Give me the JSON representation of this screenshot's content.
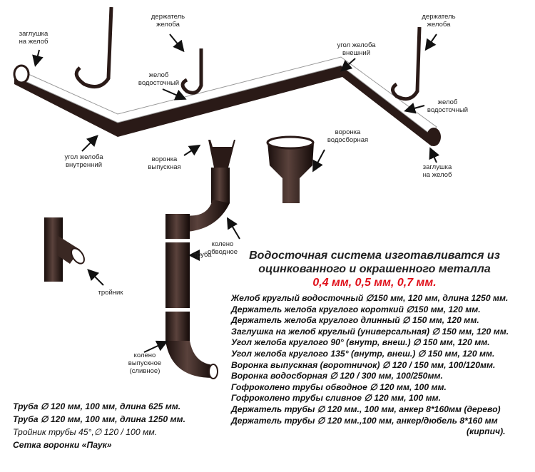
{
  "labels": {
    "end_cap_left": "заглушка\nна желоб",
    "holder_left": "держатель\nжелоба",
    "gutter_left": "желоб\nводосточный",
    "outer_corner": "угол желоба\nвнешний",
    "holder_right": "держатель\nжелоба",
    "gutter_right": "желоб\nводосточный",
    "end_cap_right": "заглушка\nна желоб",
    "inner_corner": "угол желоба\nвнутренний",
    "outlet_funnel": "воронка\nвыпускная",
    "collector_funnel": "воронка\nводосборная",
    "bypass_elbow": "колено\nобводное",
    "pipe": "труба",
    "tee": "тройник",
    "outlet_elbow": "колено\nвыпускное\n(сливное)"
  },
  "title": {
    "line1": "Водосточная система изготавливатся из",
    "line2": "оцинкованного и окрашенного металла",
    "thickness": "0,4 мм, 0,5 мм, 0,7 мм."
  },
  "specs_right": [
    "Желоб круглый водосточный ∅150 мм, 120 мм, длина 1250 мм.",
    "Держатель желоба круглого короткий ∅150 мм, 120 мм.",
    "Держатель желоба круглого длинный ∅ 150 мм, 120 мм.",
    "Заглушка на желоб круглый (универсальная) ∅ 150 мм, 120 мм.",
    "Угол желоба круглого 90° (внутр, внеш.) ∅ 150 мм, 120 мм.",
    "Угол желоба круглого 135° (внутр, внеш.) ∅ 150 мм, 120 мм.",
    "Воронка выпускная  (воротничок) ∅ 120 / 150 мм, 100/120мм.",
    "Воронка водосборная ∅ 120 / 300 мм, 100/250мм.",
    "Гофроколено  трубы обводное ∅ 120 мм, 100 мм.",
    "Гофроколено  трубы сливное ∅ 120 мм, 100 мм.",
    "Держатель трубы ∅ 120 мм., 100 мм, анкер 8*160мм  (дерево)",
    "Держатель трубы ∅ 120 мм.,100 мм, анкер/дюбель 8*160 мм",
    "(кирпич)."
  ],
  "specs_left": [
    "Труба ∅ 120 мм, 100 мм, длина 625 мм.",
    "Труба  ∅  120 мм, 100 мм, длина 1250 мм.",
    "Тройник трубы 45°,∅ 120 / 100 мм.",
    "Сетка воронки «Паук»"
  ],
  "colors": {
    "metal": "#2a1a17",
    "highlight": "#ffffff",
    "accent": "#e0101a"
  }
}
